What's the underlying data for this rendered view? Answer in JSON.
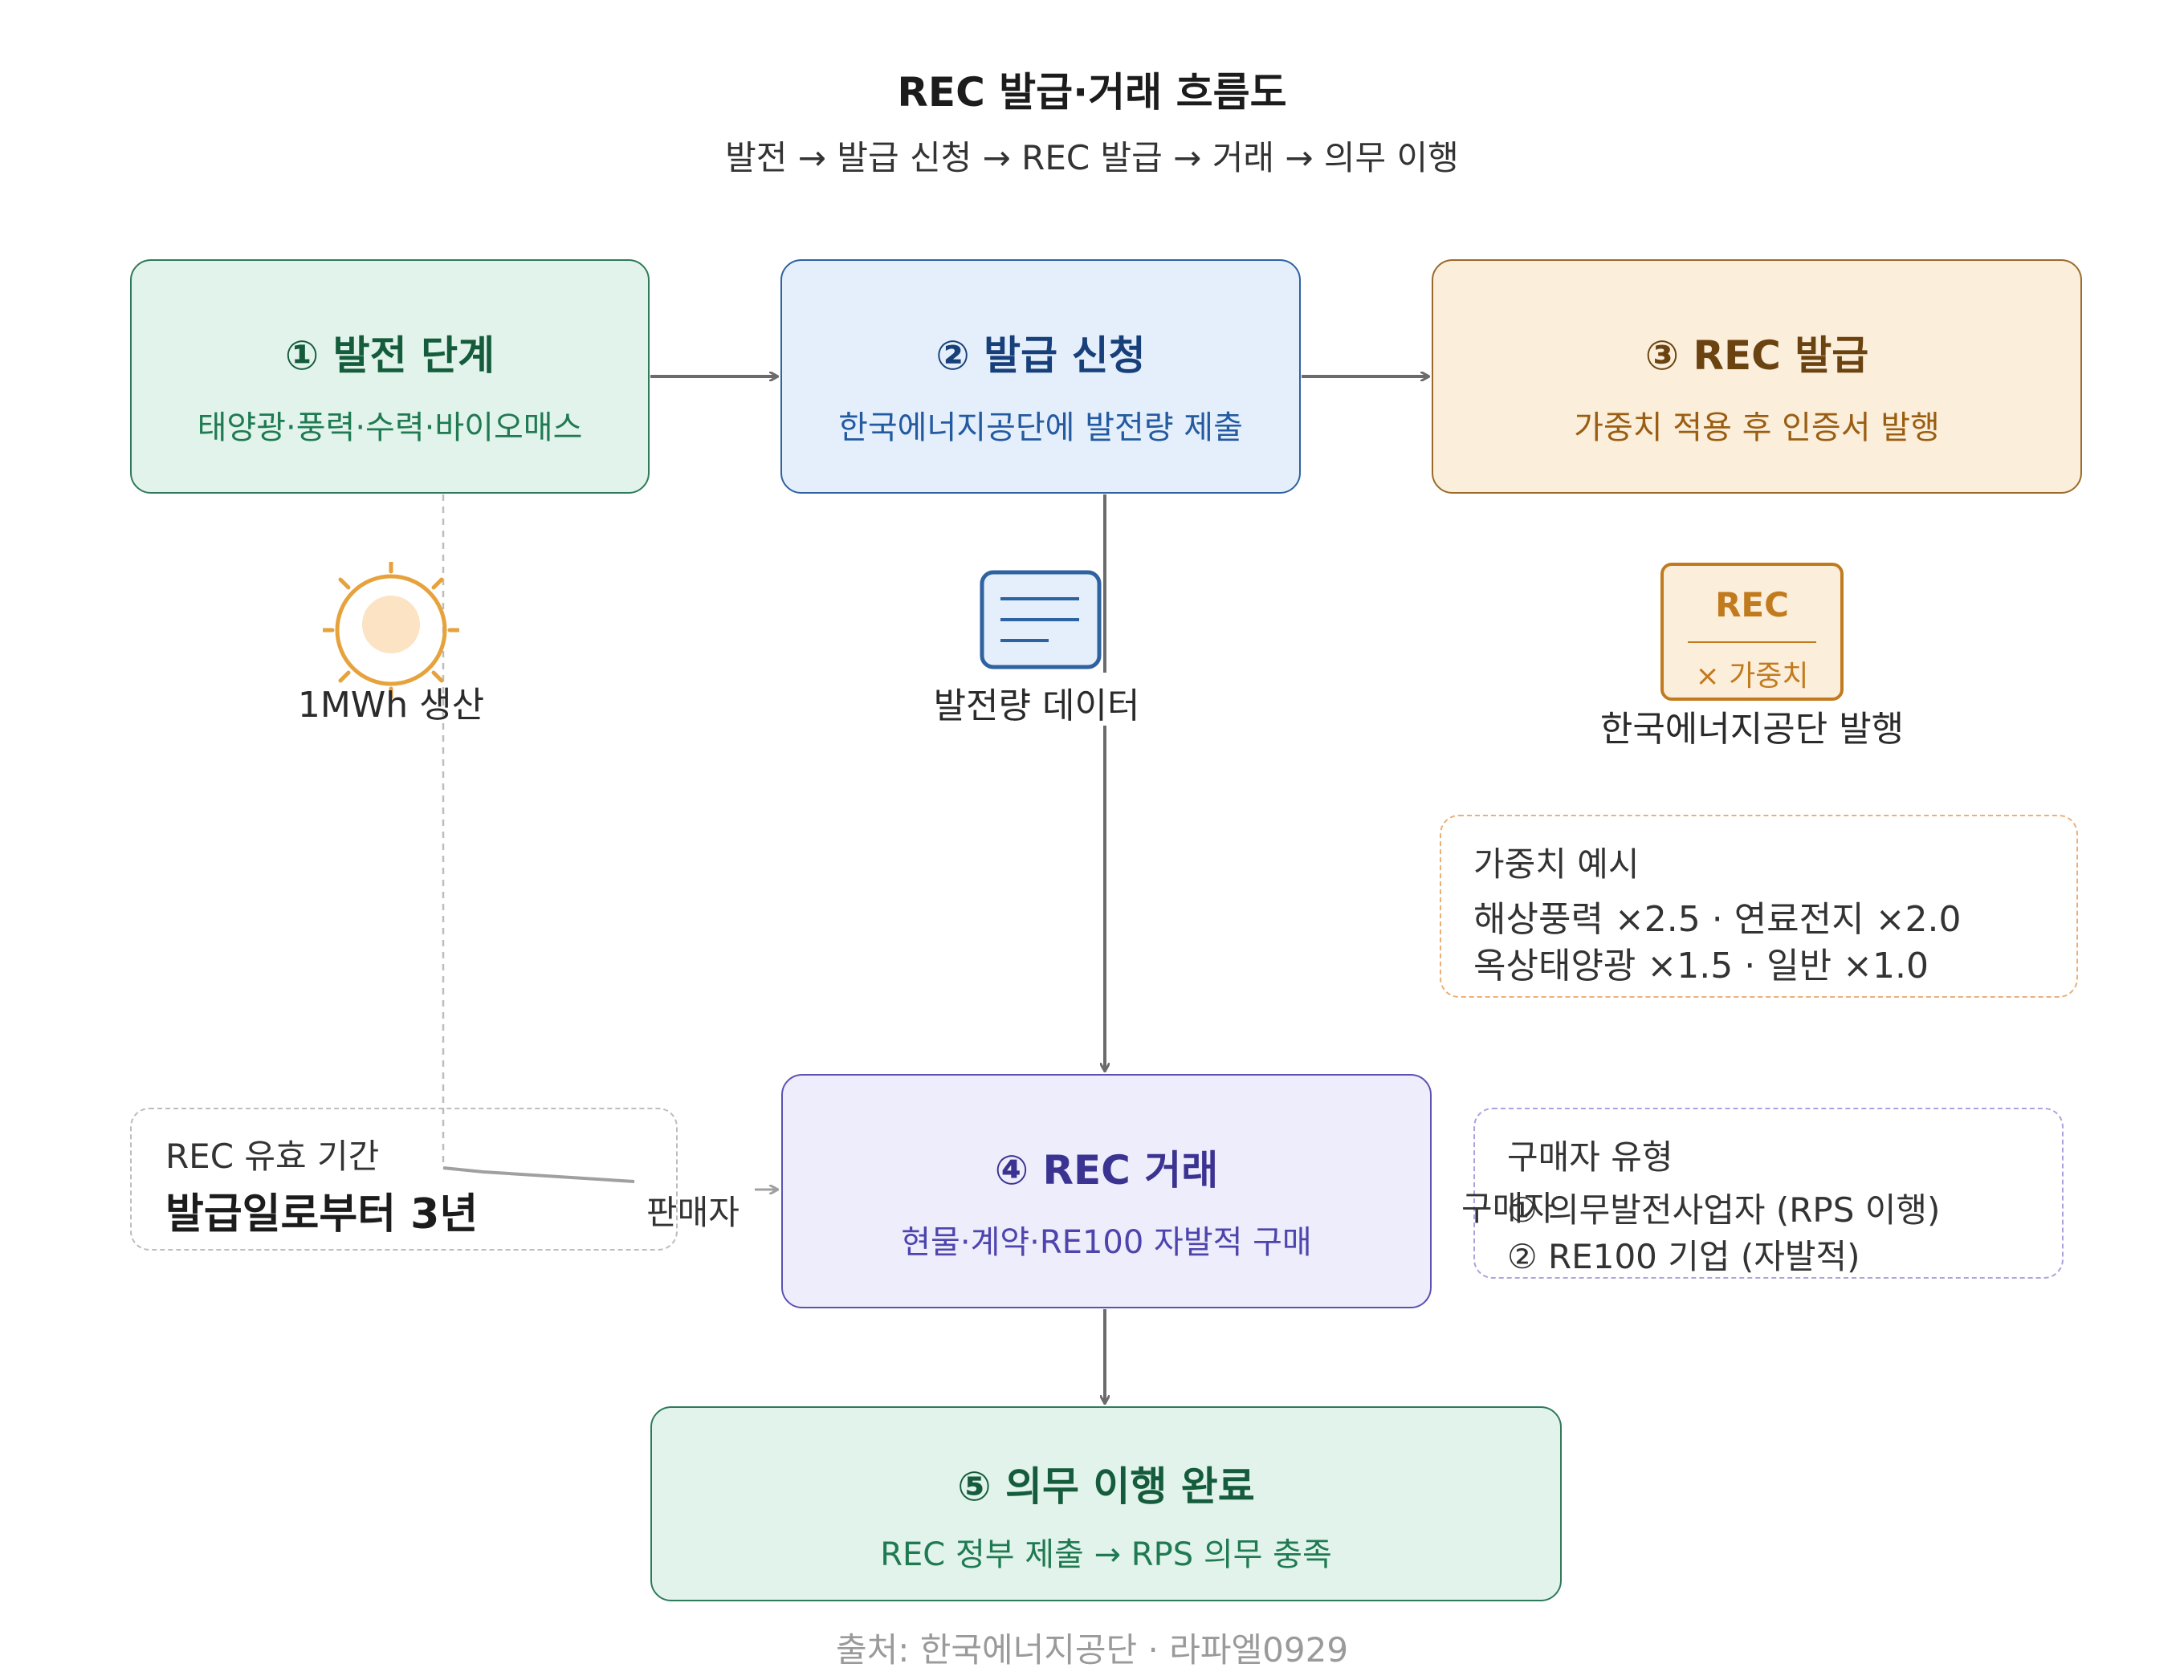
{
  "header": {
    "title": "REC 발급·거래 흐름도",
    "subtitle": "발전 → 발급 신청 → REC 발급 → 거래 → 의무 이행"
  },
  "steps": [
    {
      "title": "① 발전 단계",
      "desc": "태양광·풍력·수력·바이오매스"
    },
    {
      "title": "② 발급 신청",
      "desc": "한국에너지공단에 발전량 제출"
    },
    {
      "title": "③ REC 발급",
      "desc": "가중치 적용 후 인증서 발행"
    },
    {
      "title": "④ REC 거래",
      "desc": "현물·계약·RE100 자발적 구매"
    },
    {
      "title": "⑤ 의무 이행 완료",
      "desc": "REC 정부 제출 → RPS 의무 충족"
    }
  ],
  "icons": {
    "sun": {
      "name": "sun-icon",
      "caption": "1MWh 생산"
    },
    "document": {
      "name": "document-icon",
      "caption": "발전량 데이터"
    },
    "certificate": {
      "name": "certificate-icon",
      "label": "REC",
      "sublabel": "× 가중치",
      "caption": "한국에너지공단 발행"
    }
  },
  "notes": {
    "validity": {
      "label": "REC 유효 기간",
      "value": "발급일로부터 3년"
    },
    "weights": {
      "title": "가중치 예시",
      "line1": "해상풍력 ×2.5 · 연료전지 ×2.0",
      "line2": "옥상태양광 ×1.5 · 일반 ×1.0"
    },
    "buyers": {
      "title": "구매자 유형",
      "item1": "① 의무발전사업자 (RPS 이행)",
      "item2": "② RE100 기업 (자발적)"
    }
  },
  "edge_labels": {
    "seller": "판매자",
    "buyer": "구매자"
  },
  "footer": {
    "source": "출처: 한국에너지공단 · 라파엘0929"
  },
  "colors": {
    "arrow": "#6b6b6b",
    "sun": "#e6a23c",
    "document": "#2e62a0",
    "certificate": "#c27a1e"
  }
}
